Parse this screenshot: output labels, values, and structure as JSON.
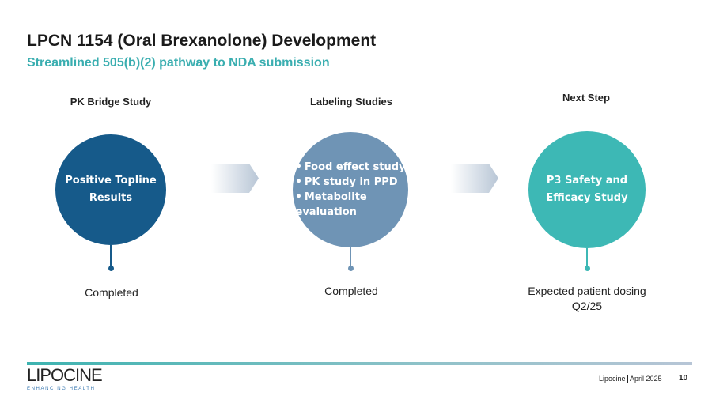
{
  "title": "LPCN 1154 (Oral Brexanolone) Development",
  "subtitle": "Streamlined 505(b)(2) pathway to NDA submission",
  "stages": [
    {
      "heading": "PK Bridge Study",
      "circle_text": "Positive Topline Results",
      "status": "Completed",
      "color": "#165a8a"
    },
    {
      "heading": "Labeling Studies",
      "bullets": [
        "Food effect study",
        "PK study in PPD",
        "Metabolite evaluation"
      ],
      "status": "Completed",
      "color": "#6f94b5"
    },
    {
      "heading": "Next Step",
      "circle_text": "P3 Safety and Efficacy Study",
      "status": "Expected patient dosing  Q2/25",
      "color": "#3db8b5"
    }
  ],
  "footer": {
    "logo": "LIPOCINE",
    "tagline": "ENHANCING HEALTH",
    "company": "Lipocine",
    "date": "April 2025",
    "page": "10"
  }
}
